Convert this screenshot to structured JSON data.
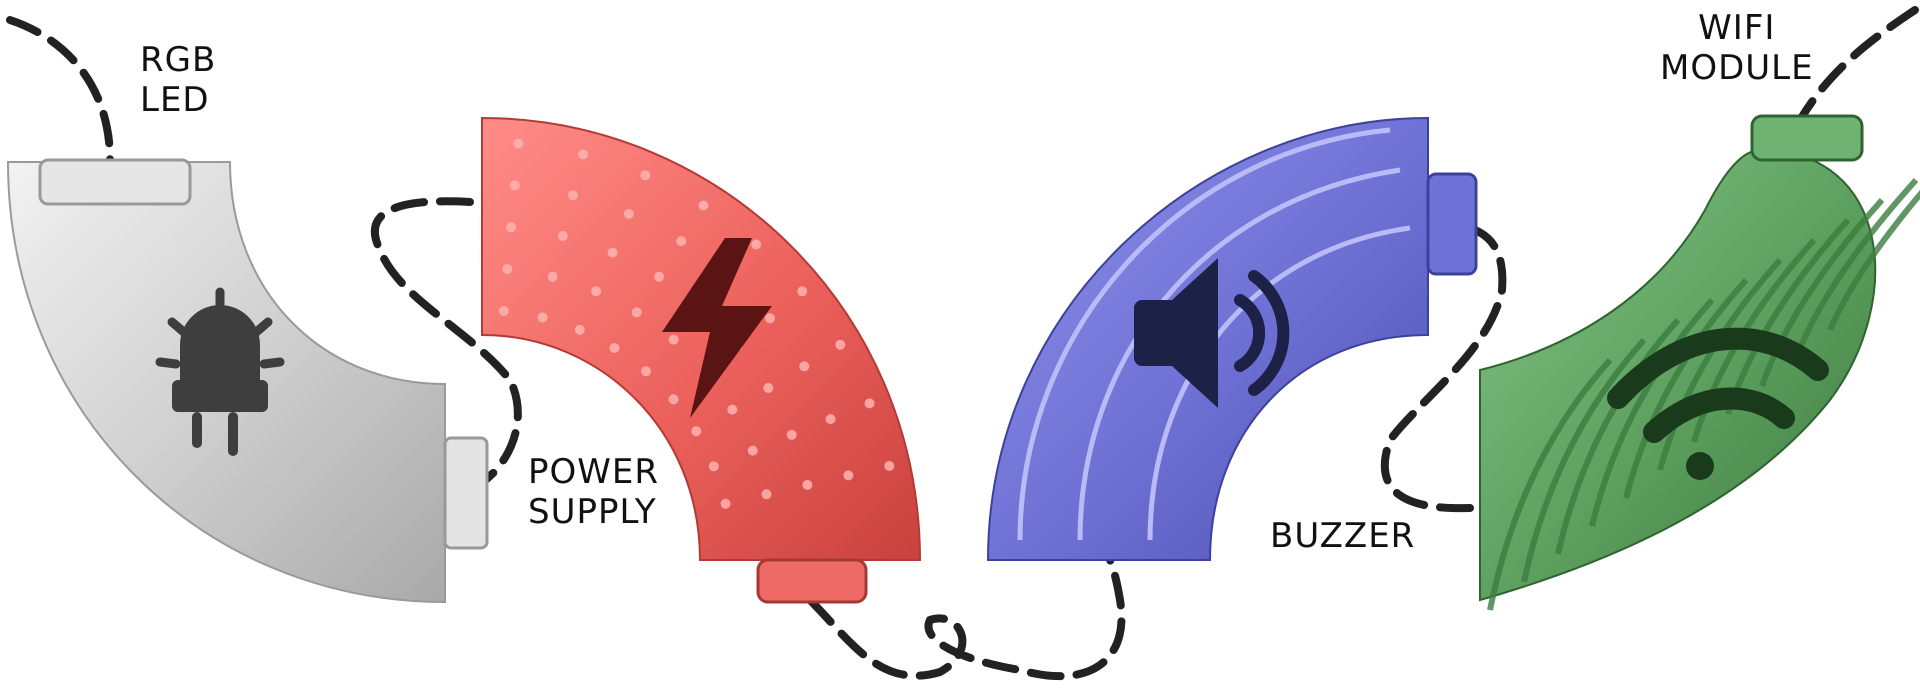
{
  "labels": {
    "rgb_led": [
      "RGB",
      "LED"
    ],
    "power_supply": [
      "POWER",
      "SUPPLY"
    ],
    "buzzer": [
      "BUZZER"
    ],
    "wifi_module": [
      "WIFI",
      "MODULE"
    ]
  },
  "modules": [
    {
      "name": "rgb-led",
      "color": "#d6d6d6",
      "icon": "led-icon"
    },
    {
      "name": "power-supply",
      "color": "#ee6a66",
      "icon": "lightning-icon"
    },
    {
      "name": "buzzer",
      "color": "#6f72d6",
      "icon": "speaker-icon"
    },
    {
      "name": "wifi-module",
      "color": "#5a9d5c",
      "icon": "wifi-icon"
    }
  ],
  "wire_color": "#222222"
}
